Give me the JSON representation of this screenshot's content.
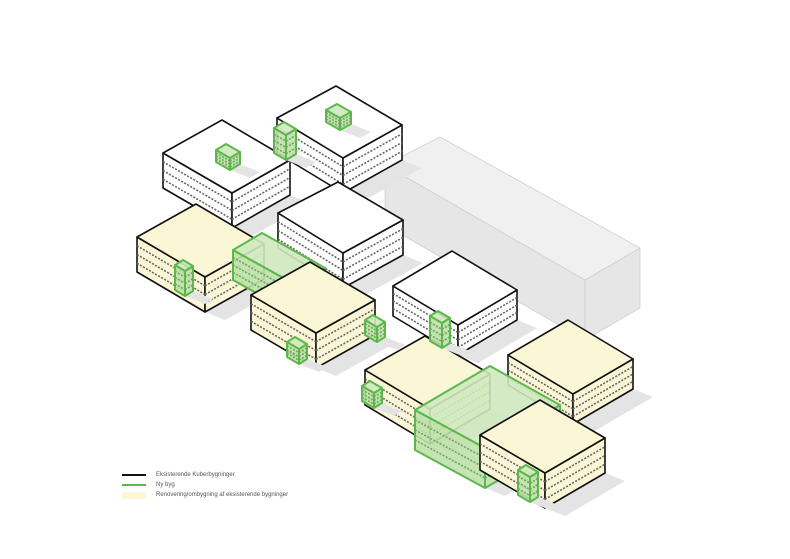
{
  "legend": {
    "items": [
      {
        "label": "Eksisterende Kuberbygninger",
        "color": "#111111"
      },
      {
        "label": "Ny byg",
        "color": "#5cb84a"
      },
      {
        "label": "Renovering/ombygning af eksisterende bygninger",
        "color": "#fbf7d6"
      }
    ]
  },
  "colors": {
    "existing": "#111111",
    "new": "#5cb84a",
    "renovation": "#fbf7d6",
    "context": "#e6e6e6"
  }
}
